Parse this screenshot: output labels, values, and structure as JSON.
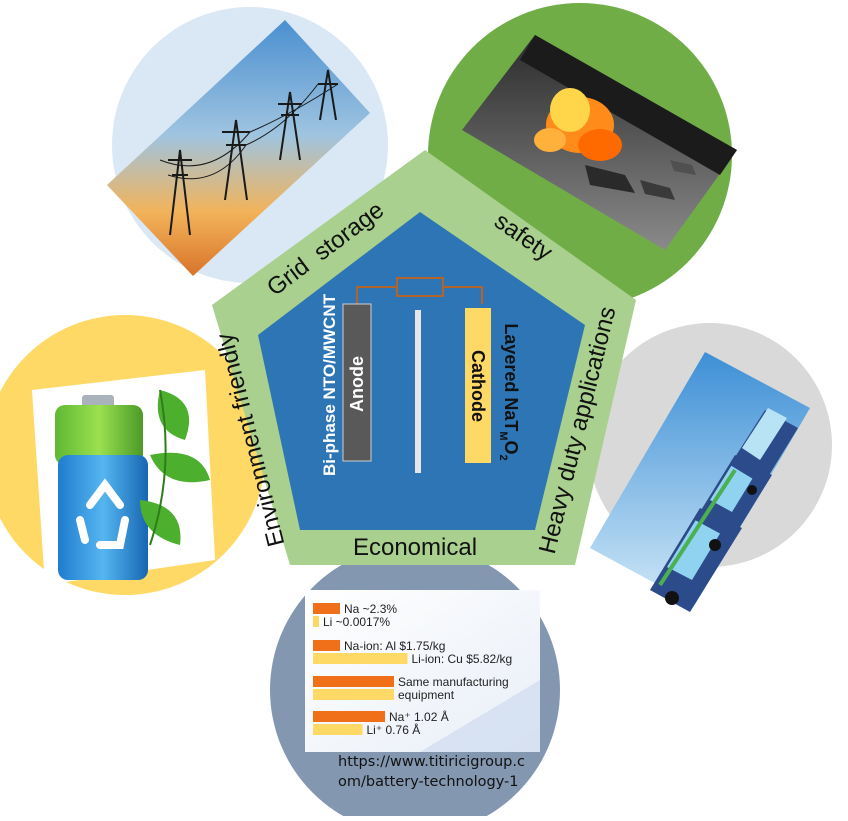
{
  "pentagon": {
    "top_left_label": "Grid  storage",
    "top_right_label": "safety",
    "right_label": "Heavy duty applications",
    "bottom_label": "Economical",
    "left_label": "Environment friendly"
  },
  "battery": {
    "anode_material": "Bi-phase NTO/MWCNT",
    "anode_label": "Anode",
    "cathode_material": "Layered NaT",
    "cathode_material_sub": "M",
    "cathode_material_end": "O",
    "cathode_material_sub2": "2",
    "cathode_label": "Cathode"
  },
  "economics": {
    "rows": [
      {
        "a": "Na ~2.3%",
        "b": "Li ~0.0017%",
        "a_frac": 0.12,
        "b_frac": 0.02
      },
      {
        "a": "Na-ion: Al $1.75/kg",
        "b": "Li-ion: Cu $5.82/kg",
        "a_frac": 0.12,
        "b_frac": 0.42
      },
      {
        "a": "Same manufacturing",
        "a2": "equipment",
        "a_frac": 0.36,
        "b_frac": 0.36
      },
      {
        "a": "Na⁺ 1.02 Å",
        "b": "Li⁺ 0.76 Å",
        "a_frac": 0.32,
        "b_frac": 0.22
      }
    ]
  },
  "source_url": "https://www.titiricigroup.com/battery-technology-1",
  "source_url_line1": "https://www.titiricigroup.c",
  "source_url_line2": "om/battery-technology-1",
  "colors": {
    "pentagon_outer": "#a9d08e",
    "pentagon_inner": "#2e75b6",
    "circle_top_left": "#dae8f5",
    "circle_top_right": "#70ad47",
    "circle_right": "#d9d9d9",
    "circle_bottom": "#8497b0",
    "circle_left": "#ffd966",
    "bar_orange": "#f0701a",
    "bar_yellow": "#ffd966",
    "cathode_fill": "#ffd966",
    "anode_fill": "#595959"
  }
}
